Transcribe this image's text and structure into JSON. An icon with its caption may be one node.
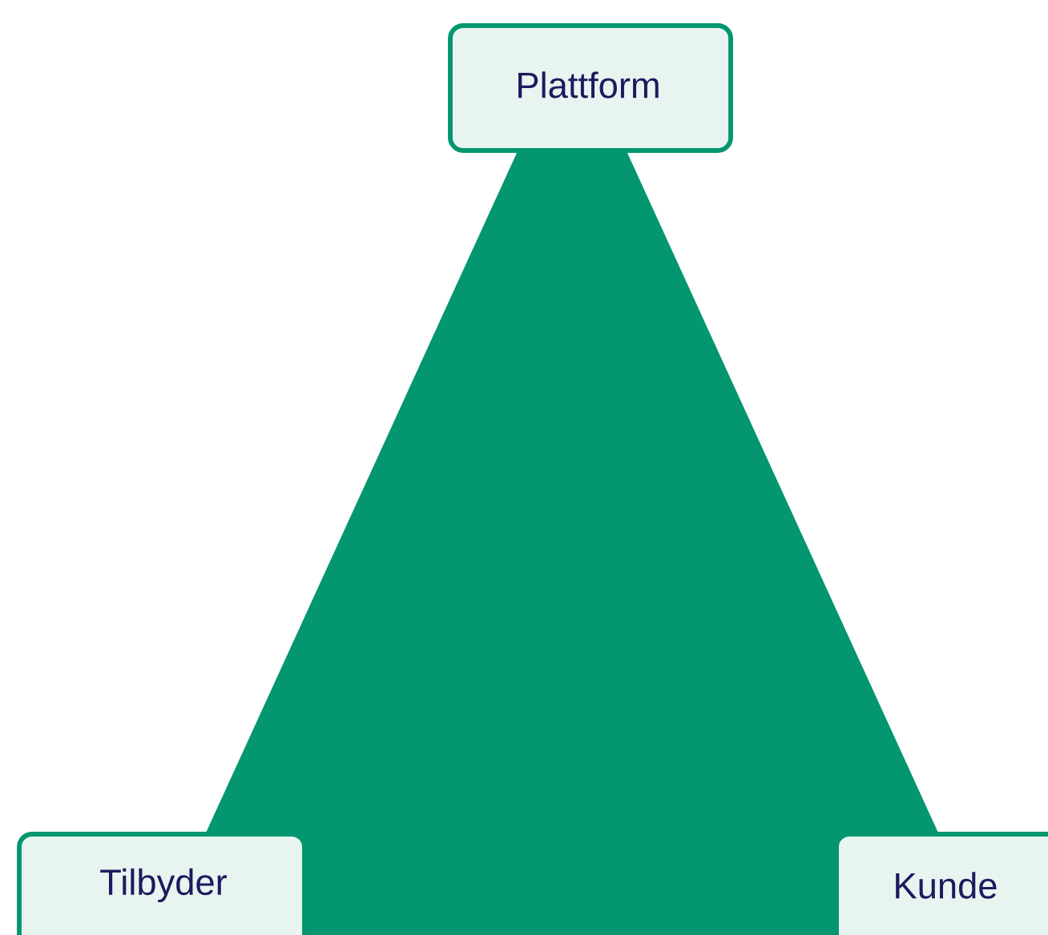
{
  "diagram": {
    "nodes": [
      {
        "text": [
          "Plattform"
        ]
      },
      {
        "text": [
          "Tilbyder"
        ]
      },
      {
        "text": [
          "Kunde"
        ]
      }
    ]
  }
}
